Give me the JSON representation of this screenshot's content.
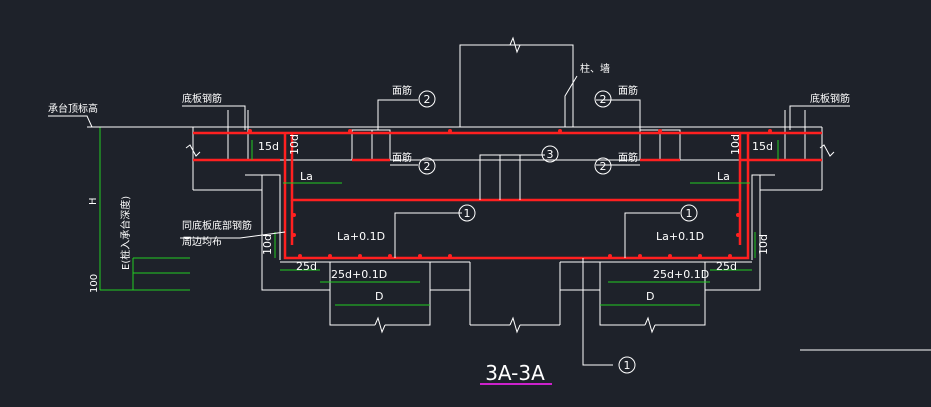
{
  "drawing": {
    "background": "#1e222a",
    "colors": {
      "outline": "#ffffff",
      "rebar": "#ff2020",
      "dimension": "#22cc22",
      "title_underline": "#cc22cc"
    },
    "labels": {
      "platform_elevation": "承台顶标高",
      "bottom_plate_rebar_left": "底板钢筋",
      "bottom_plate_rebar_right": "底板钢筋",
      "column_wall": "柱、墙",
      "face_rebar_top_left": "面筋",
      "face_rebar_top_right": "面筋",
      "face_rebar_mid_left": "面筋",
      "face_rebar_mid_right": "面筋",
      "same_as_bottom_rebar_line1": "同底板底部钢筋",
      "same_as_bottom_rebar_line2": "周边均布",
      "embed_depth": "E(桩入承台深度)",
      "height_H": "H",
      "dim_100": "100"
    },
    "dimensions": {
      "d15_left": "15d",
      "d10_left_top": "10d",
      "d10_right_top": "10d",
      "d15_right": "15d",
      "la_left": "La",
      "la_right": "La",
      "la_01d_left": "La+0.1D",
      "la_01d_right": "La+0.1D",
      "d10_left_bottom": "10d",
      "d10_right_bottom": "10d",
      "d25_left": "25d",
      "d25_right": "25d",
      "d25_01d_left": "25d+0.1D",
      "d25_01d_right": "25d+0.1D",
      "D_left": "D",
      "D_right": "D"
    },
    "markers": {
      "m1_left": "1",
      "m1_right": "1",
      "m1_bottom": "1",
      "m2_top_left": "2",
      "m2_top_right": "2",
      "m2_mid_left": "2",
      "m2_mid_right": "2",
      "m3": "3"
    },
    "title": "3A-3A"
  }
}
